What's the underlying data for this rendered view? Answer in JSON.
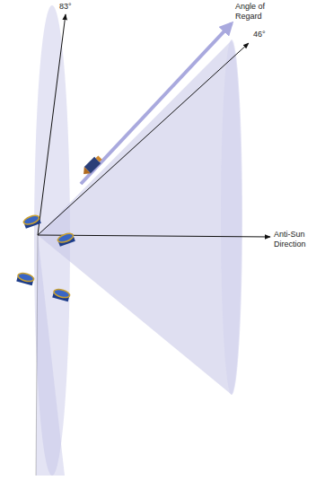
{
  "diagram": {
    "labels": [
      "83°",
      "Angle of Regard",
      "46°",
      "Anti-Sun Direction"
    ]
  }
}
